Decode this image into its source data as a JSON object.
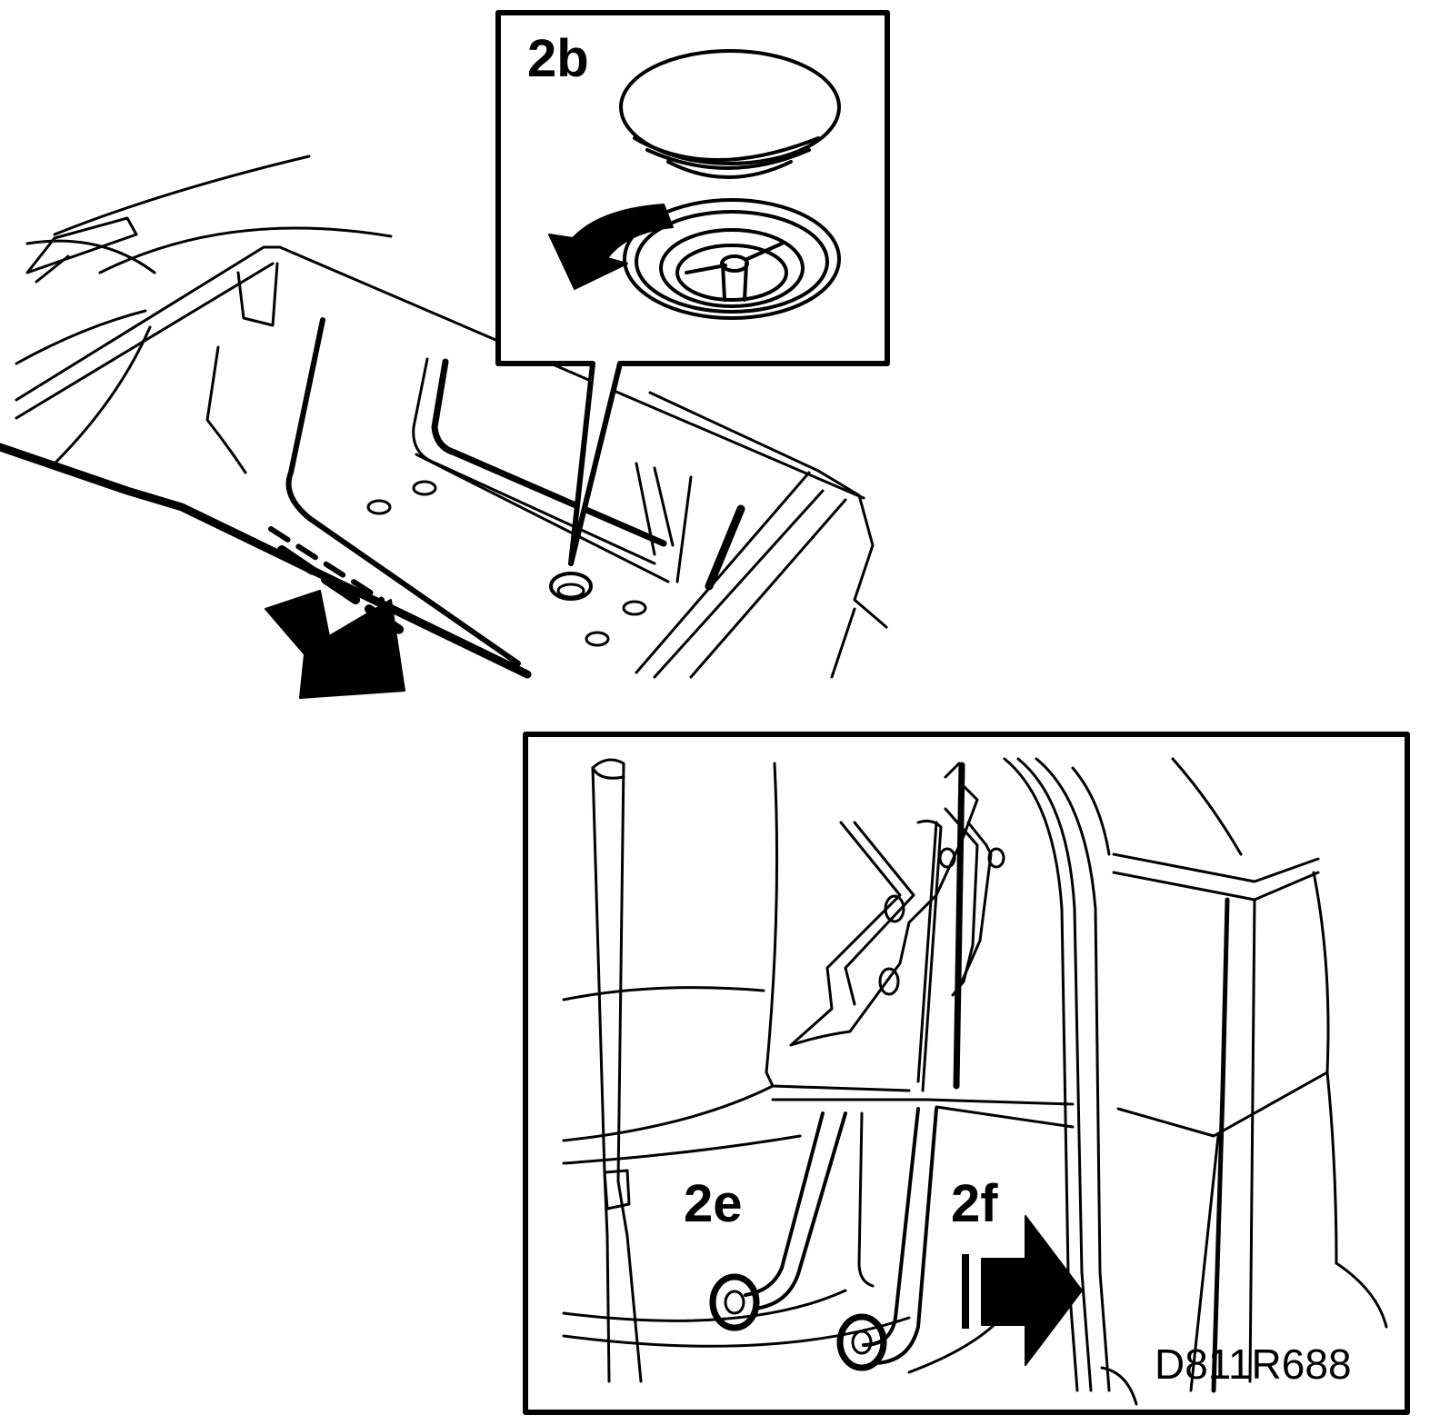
{
  "labels": {
    "callout_2b": "2b",
    "callout_2e": "2e",
    "callout_2f": "2f",
    "figure_code": "D811R688"
  },
  "icons": {
    "rotate_arrow": "counterclockwise-rotate-arrow-icon",
    "direction_arrow_down": "pull-down-arrow-icon",
    "direction_arrow_right": "pull-right-arrow-icon"
  },
  "colors": {
    "ink": "#000000",
    "paper": "#ffffff"
  }
}
